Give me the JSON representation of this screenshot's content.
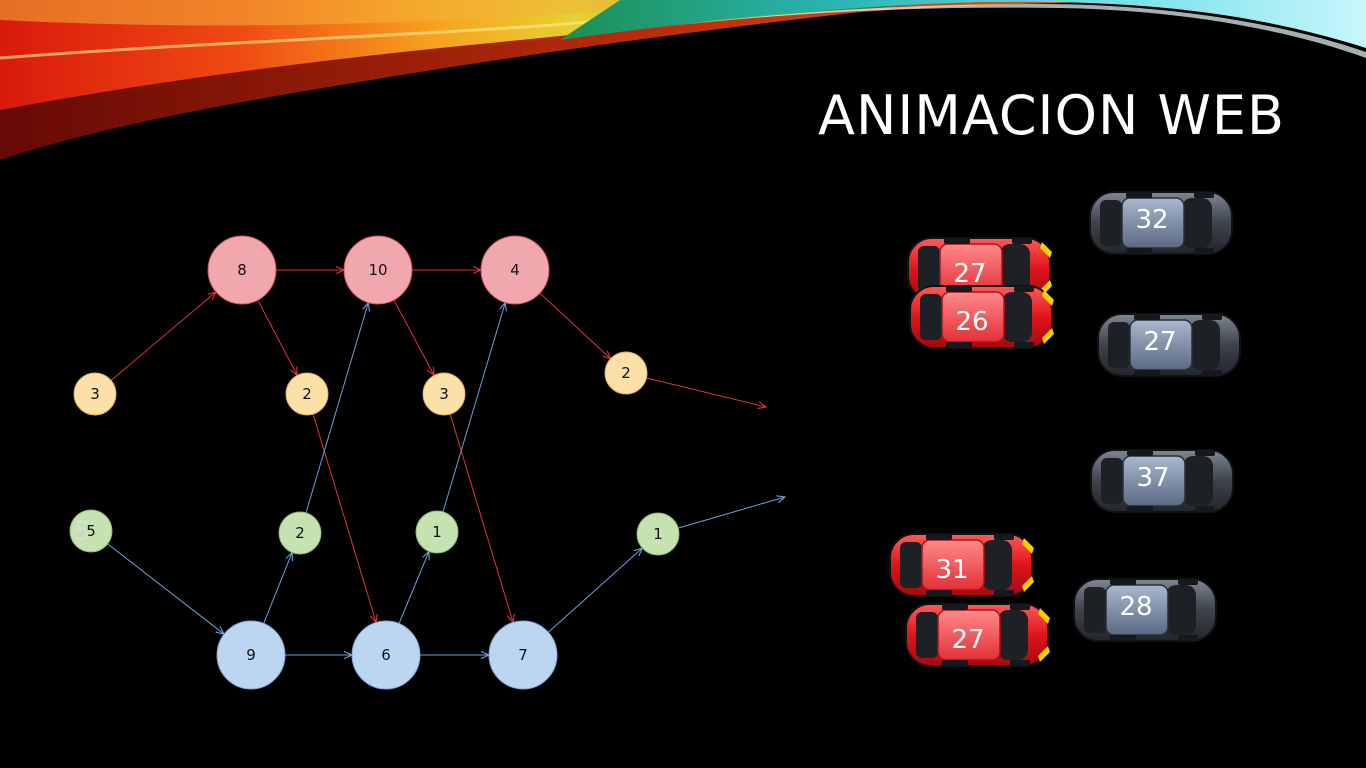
{
  "slide": {
    "title": "ANIMACION WEB",
    "stray_digit": "5"
  },
  "graph": {
    "nodes": [
      {
        "id": "r1",
        "label": "8",
        "kind": "red"
      },
      {
        "id": "r2",
        "label": "10",
        "kind": "red"
      },
      {
        "id": "r3",
        "label": "4",
        "kind": "red"
      },
      {
        "id": "y1",
        "label": "3",
        "kind": "yellow"
      },
      {
        "id": "y2",
        "label": "2",
        "kind": "yellow"
      },
      {
        "id": "y3",
        "label": "3",
        "kind": "yellow"
      },
      {
        "id": "y4",
        "label": "2",
        "kind": "yellow"
      },
      {
        "id": "g1",
        "label": "5",
        "kind": "green"
      },
      {
        "id": "g2",
        "label": "2",
        "kind": "green"
      },
      {
        "id": "g3",
        "label": "1",
        "kind": "green"
      },
      {
        "id": "g4",
        "label": "1",
        "kind": "green"
      },
      {
        "id": "b1",
        "label": "9",
        "kind": "blue"
      },
      {
        "id": "b2",
        "label": "6",
        "kind": "blue"
      },
      {
        "id": "b3",
        "label": "7",
        "kind": "blue"
      }
    ],
    "edges": [
      {
        "from": "y1",
        "to": "r1",
        "color": "red"
      },
      {
        "from": "r1",
        "to": "r2",
        "color": "red"
      },
      {
        "from": "r2",
        "to": "r3",
        "color": "red"
      },
      {
        "from": "r1",
        "to": "y2",
        "color": "red"
      },
      {
        "from": "r2",
        "to": "y3",
        "color": "red"
      },
      {
        "from": "r3",
        "to": "y4",
        "color": "red"
      },
      {
        "from": "y2",
        "to": "b2",
        "color": "red"
      },
      {
        "from": "y3",
        "to": "b3",
        "color": "red"
      },
      {
        "from": "y4",
        "to": "out_red",
        "color": "red"
      },
      {
        "from": "g1",
        "to": "b1",
        "color": "blue"
      },
      {
        "from": "b1",
        "to": "g2",
        "color": "blue"
      },
      {
        "from": "b1",
        "to": "b2",
        "color": "blue"
      },
      {
        "from": "b2",
        "to": "b3",
        "color": "blue"
      },
      {
        "from": "g2",
        "to": "r2",
        "color": "blue"
      },
      {
        "from": "b2",
        "to": "g3",
        "color": "blue"
      },
      {
        "from": "g3",
        "to": "r3",
        "color": "blue"
      },
      {
        "from": "b3",
        "to": "g4",
        "color": "blue"
      },
      {
        "from": "g4",
        "to": "out_blue",
        "color": "blue"
      }
    ]
  },
  "cars": [
    {
      "label": "32",
      "color": "gray"
    },
    {
      "label": "27",
      "color": "red"
    },
    {
      "label": "26",
      "color": "red"
    },
    {
      "label": "27",
      "color": "gray"
    },
    {
      "label": "37",
      "color": "gray"
    },
    {
      "label": "31",
      "color": "red"
    },
    {
      "label": "28",
      "color": "gray"
    },
    {
      "label": "27",
      "color": "red"
    }
  ],
  "colors": {
    "red_fill": "#f0a8ae",
    "red_stroke": "#d2505a",
    "yellow_fill": "#fbe0a8",
    "yellow_stroke": "#d9b15c",
    "green_fill": "#c6e2b0",
    "green_stroke": "#8fbb6c",
    "blue_fill": "#bcd6f2",
    "blue_stroke": "#7ea6d6",
    "edge_red": "#e03434",
    "edge_blue": "#6f9fd8"
  }
}
